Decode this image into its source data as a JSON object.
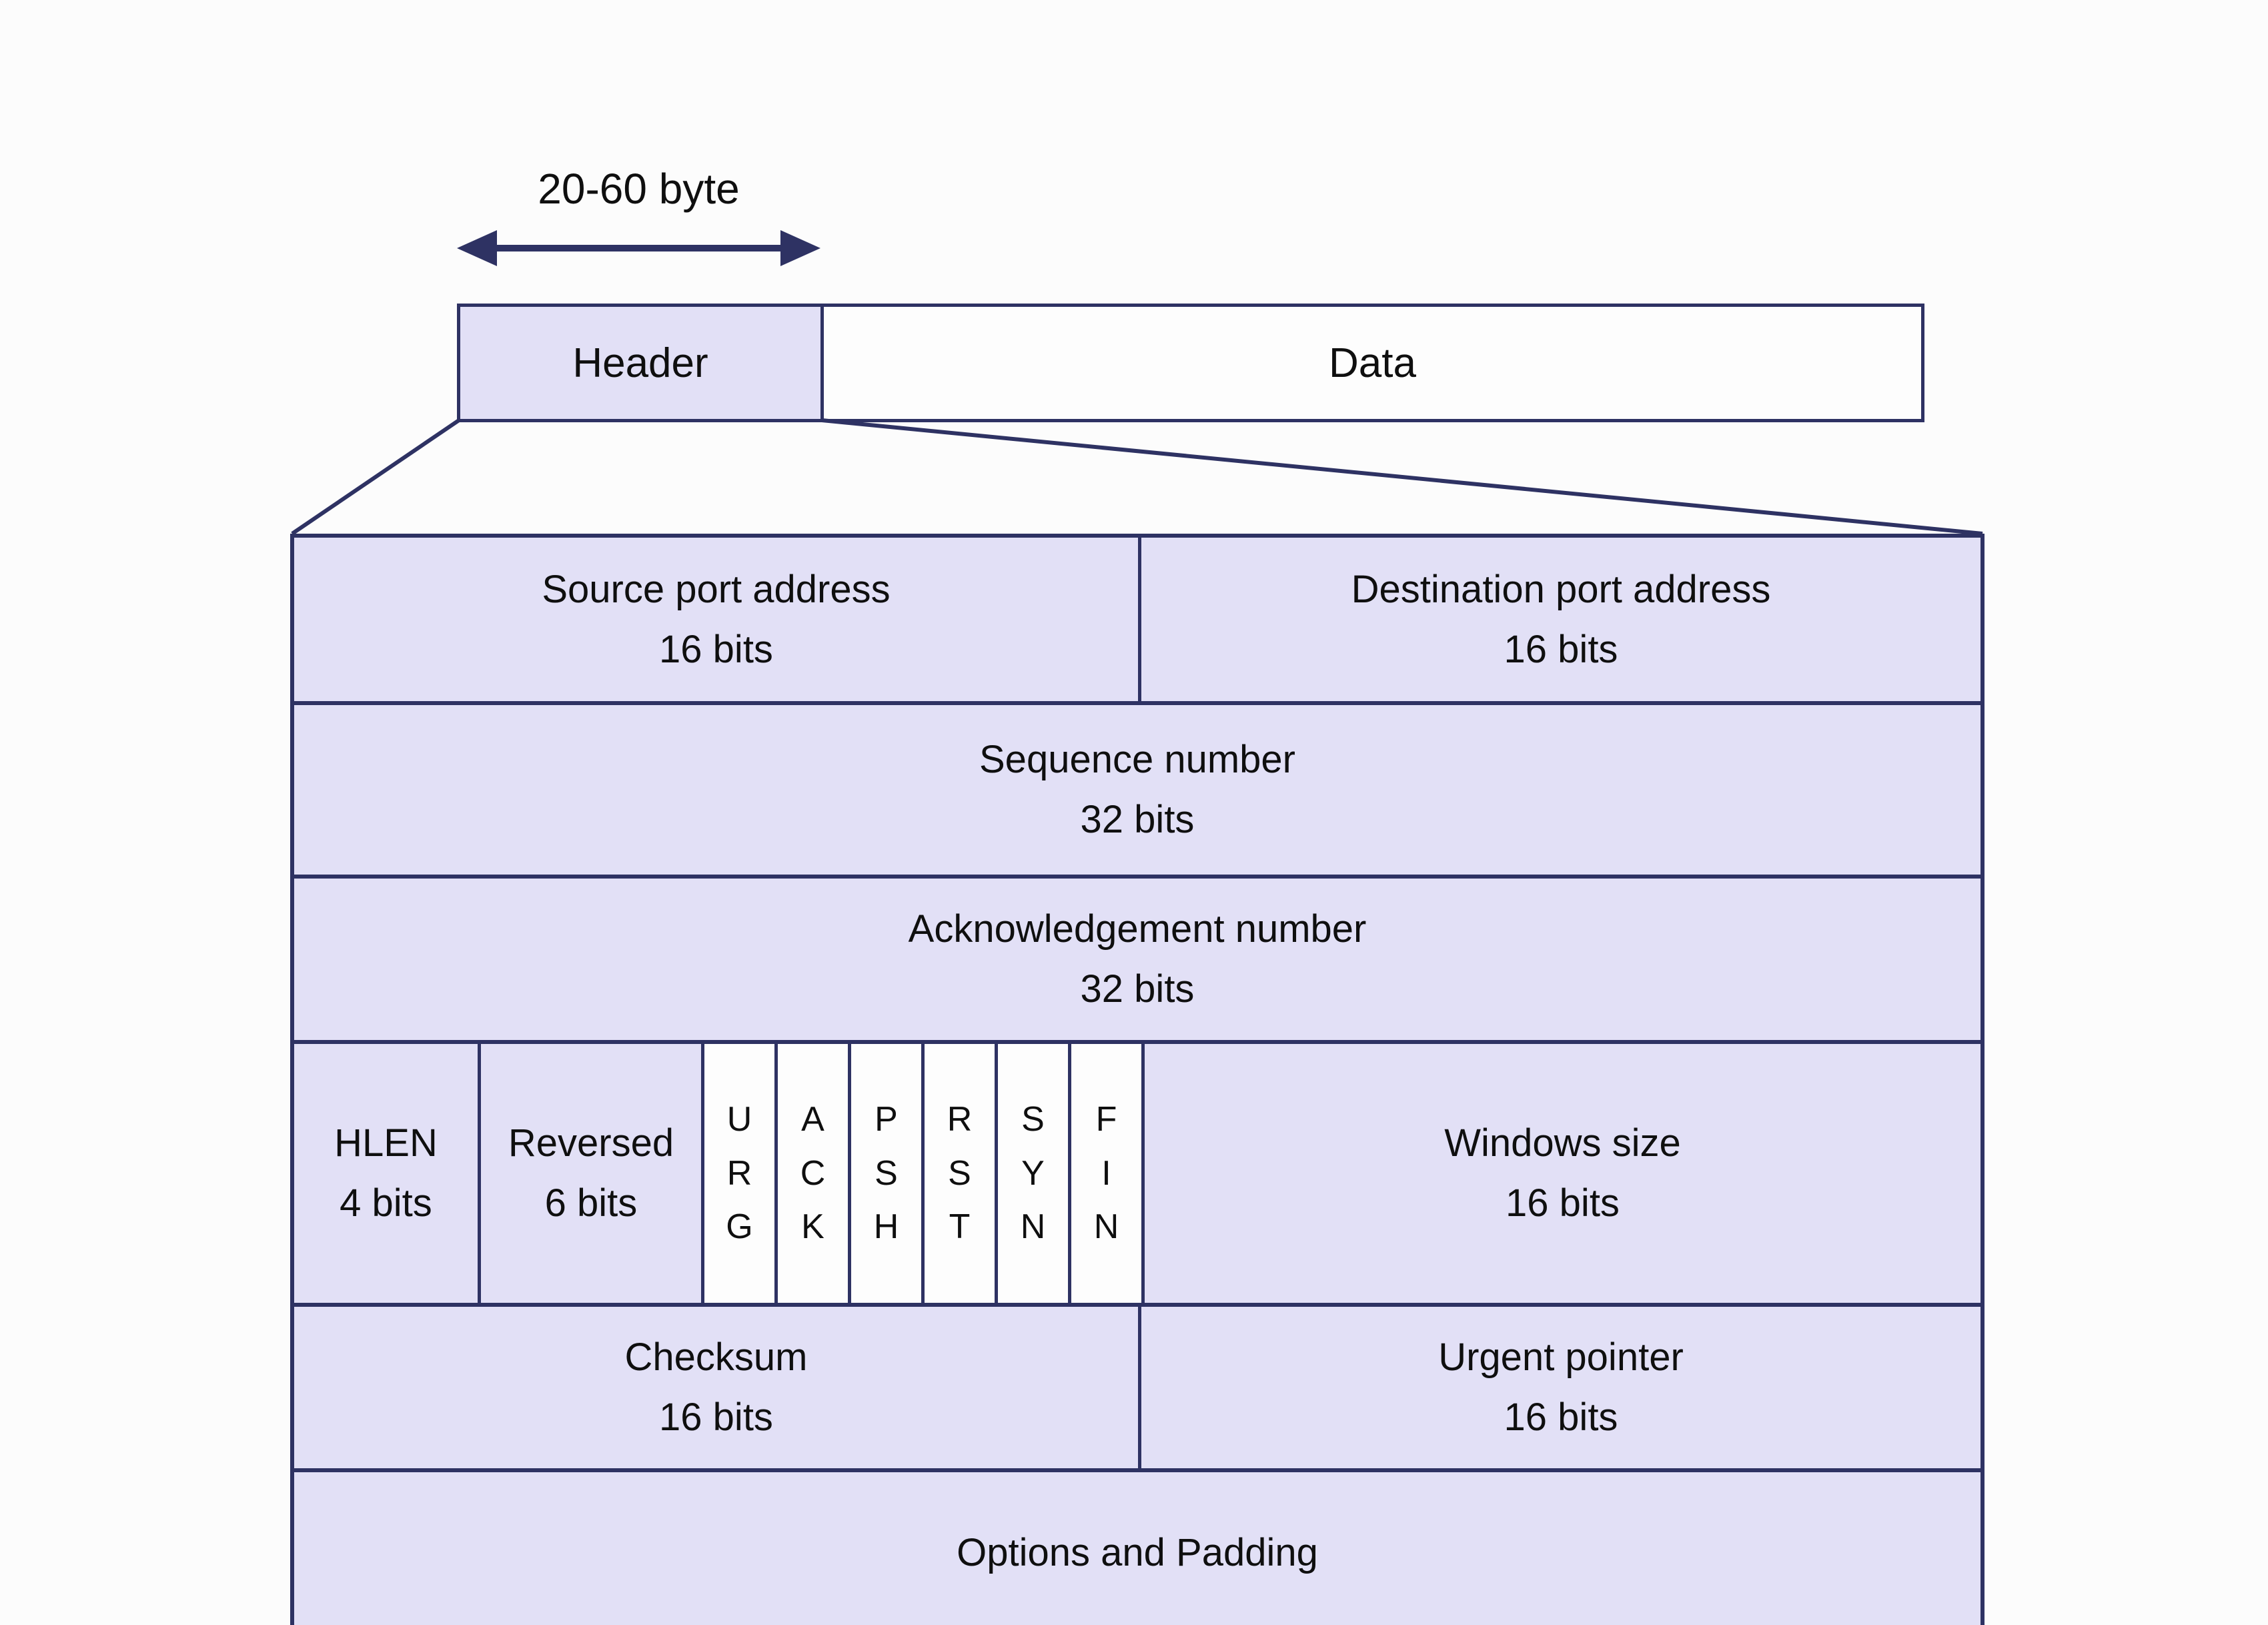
{
  "diagram": {
    "size_label": "20-60 byte",
    "segment": {
      "header_label": "Header",
      "data_label": "Data"
    },
    "table": {
      "source": {
        "title": "Source port address",
        "bits": "16 bits"
      },
      "destination": {
        "title": "Destination port address",
        "bits": "16 bits"
      },
      "sequence": {
        "title": "Sequence number",
        "bits": "32 bits"
      },
      "acknowledgement": {
        "title": "Acknowledgement number",
        "bits": "32 bits"
      },
      "hlen": {
        "title": "HLEN",
        "bits": "4 bits"
      },
      "reversed": {
        "title": "Reversed",
        "bits": "6 bits"
      },
      "flags": [
        "U\nR\nG",
        "A\nC\nK",
        "P\nS\nH",
        "R\nS\nT",
        "S\nY\nN",
        "F\nI\nN"
      ],
      "windows": {
        "title": "Windows size",
        "bits": "16 bits"
      },
      "checksum": {
        "title": "Checksum",
        "bits": "16 bits"
      },
      "urgent": {
        "title": "Urgent pointer",
        "bits": "16 bits"
      },
      "options": {
        "title": "Options and Padding"
      }
    },
    "colors": {
      "field_fill": "#e2e0f6",
      "flag_fill": "#fdfdfd",
      "border": "#2e3263",
      "text": "#0f0f0f",
      "background": "#fcfcfc"
    }
  }
}
